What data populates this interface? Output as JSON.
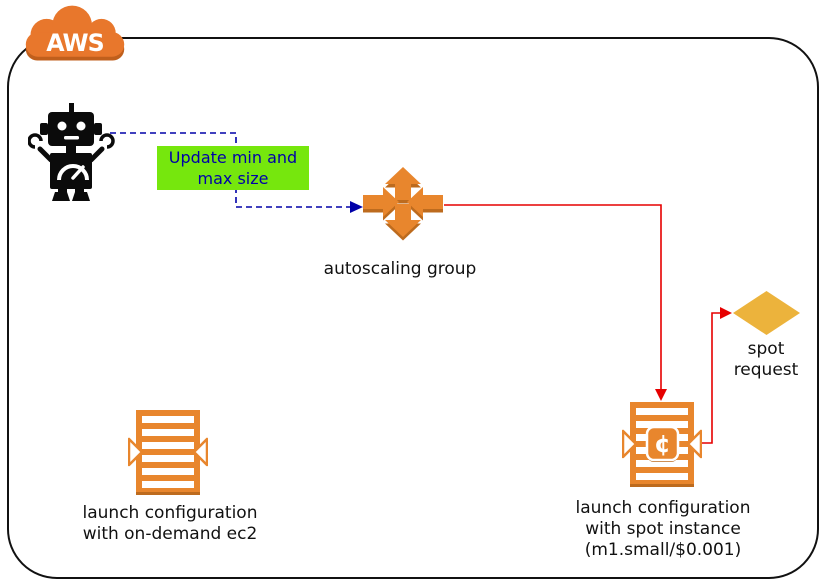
{
  "aws_badge": {
    "label": "AWS"
  },
  "edge_label": {
    "lines": [
      "Update min and",
      "max size"
    ]
  },
  "nodes": {
    "autoscaling": {
      "label": "autoscaling group"
    },
    "spot_request": {
      "lines": [
        "spot",
        "request"
      ]
    },
    "launch_ondemand": {
      "lines": [
        "launch configuration",
        "with on-demand ec2"
      ]
    },
    "launch_spot": {
      "lines": [
        "launch configuration",
        "with spot instance",
        "(m1.small/$0.001)"
      ],
      "cent_symbol": "¢"
    }
  },
  "icons": [
    "aws-cloud-icon",
    "robot-icon",
    "autoscaling-arrows-icon",
    "launch-configuration-icon",
    "launch-configuration-cent-icon",
    "spot-request-diamond-icon"
  ],
  "colors": {
    "icon_orange": "#e8862d",
    "icon_orange_shadow": "#bd6b1e",
    "cloud_orange": "#e8772c",
    "green_label_bg": "#76e70d",
    "navy_blue": "#0000a8",
    "red": "#e60000",
    "gold_diamond": "#ecb33c",
    "black": "#111111"
  }
}
